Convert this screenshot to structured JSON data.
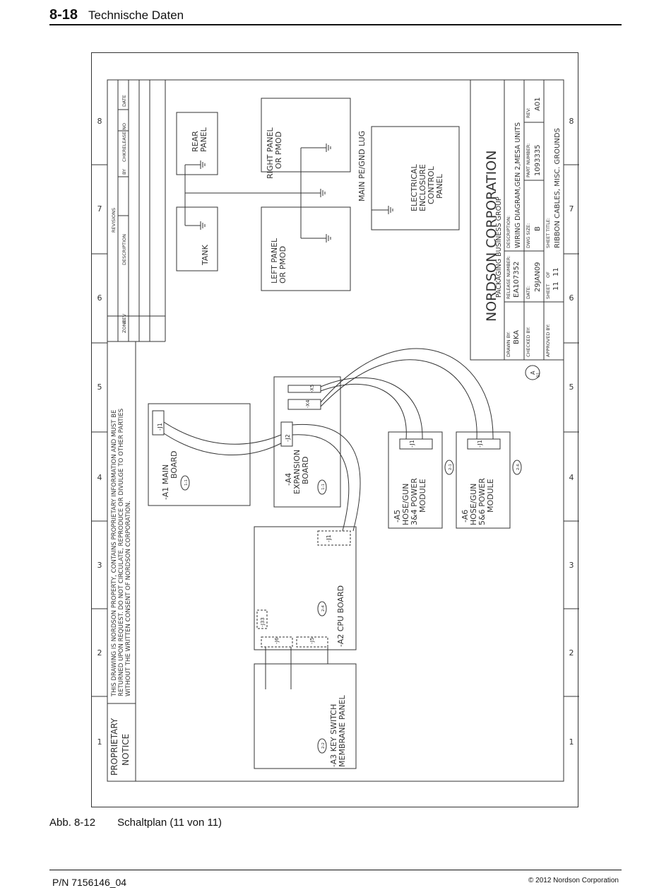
{
  "header": {
    "number": "8-18",
    "title": "Technische Daten"
  },
  "caption": {
    "label": "Abb. 8-12",
    "text": "Schaltplan (11 von 11)"
  },
  "footer": {
    "part_number": "P/N 7156146_04",
    "copyright": "© 2012 Nordson Corporation"
  },
  "drawing": {
    "zone_numbers": [
      "1",
      "2",
      "3",
      "4",
      "5",
      "6",
      "7",
      "8"
    ],
    "proprietary": {
      "heading_line1": "PROPRIETARY",
      "heading_line2": "NOTICE",
      "line1": "THIS DRAWING IS NORDSON PROPERTY, CONTAINS PROPRIETARY INFORMATION AND MUST BE",
      "line2": "RETURNED UPON REQUEST. DO NOT CIRCULATE, REPRODUCE OR DIVULGE TO OTHER PARTIES",
      "line3": "WITHOUT THE WRITTEN CONSENT OF NORDSON CORPORATION."
    },
    "revisions": {
      "title": "REVISIONS",
      "rev": "REV",
      "description": "DESCRIPTION",
      "by": "BY",
      "chk": "CHK",
      "release_no": "RELEASE NO",
      "date": "DATE",
      "zone": "ZONE"
    },
    "title_block": {
      "company": "NORDSON CORPORATION",
      "group": "PACKAGING BUSINESS GROUP",
      "drawn_by_label": "DRAWN BY:",
      "drawn_by": "BKA",
      "checked_by_label": "CHECKED BY:",
      "approved_by_label": "APPROVED BY:",
      "release_number_label": "RELEASE NUMBER:",
      "release_number": "EA107352",
      "date_label": "DATE:",
      "date": "29JAN09",
      "sheet_label": "SHEET",
      "of_label": "OF",
      "sheet": "11",
      "of": "11",
      "description_label": "DESCRIPTION:",
      "description": "WIRING DIAGRAM,GEN 2,MESA UNITS",
      "dwg_size_label": "DWG SIZE:",
      "dwg_size": "B",
      "part_number_label": "PART NUMBER:",
      "part_number": "1093335",
      "rev_label": "REV:",
      "rev": "A01",
      "sheet_title_label": "SHEET TITLE:",
      "sheet_title": "RIBBON CABLES, MISC. GROUNDS",
      "rev_marker": "A",
      "rev_marker_sub": "01"
    },
    "components": {
      "tank": "TANK",
      "rear_panel_1": "REAR",
      "rear_panel_2": "PANEL",
      "left_panel_1": "LEFT PANEL",
      "left_panel_2": "OR PMOD",
      "right_panel_1": "RIGHT PANEL",
      "right_panel_2": "OR PMOD",
      "main_pe": "MAIN PE/GND LUG",
      "enclosure_1": "ELECTRICAL",
      "enclosure_2": "ENCLOSURE",
      "enclosure_3": "CONTROL",
      "enclosure_4": "PANEL",
      "a1_1": "-A1 MAIN",
      "a1_2": "BOARD",
      "a1_ref": "1-1",
      "a1_j1": "-J1",
      "a4_1": "-A4",
      "a4_2": "EXPANSION",
      "a4_3": "BOARD",
      "a4_ref": "1-1",
      "a4_j2": "-J2",
      "a4_x4": "-X4",
      "a4_x5": "-X5",
      "a5_1": "-A5",
      "a5_2": "HOSE/GUN",
      "a5_3": "3&4 POWER",
      "a5_4": "MODULE",
      "a5_ref": "2-1",
      "a5_j1": "-J1",
      "a6_1": "-A6",
      "a6_2": "HOSE/GUN",
      "a6_3": "5&6 POWER",
      "a6_4": "MODULE",
      "a6_ref": "2-6",
      "a6_j1": "-J1",
      "a2": "-A2 CPU BOARD",
      "a2_ref": "2-4",
      "a2_j1": "-J1",
      "a2_j33": "-J33",
      "a2_j6": "-J6",
      "a2_j5": "-J5",
      "a3_1": "-A3 KEY SWITCH",
      "a3_2": "MEMBRANE PANEL",
      "a3_ref": "2-2"
    }
  }
}
